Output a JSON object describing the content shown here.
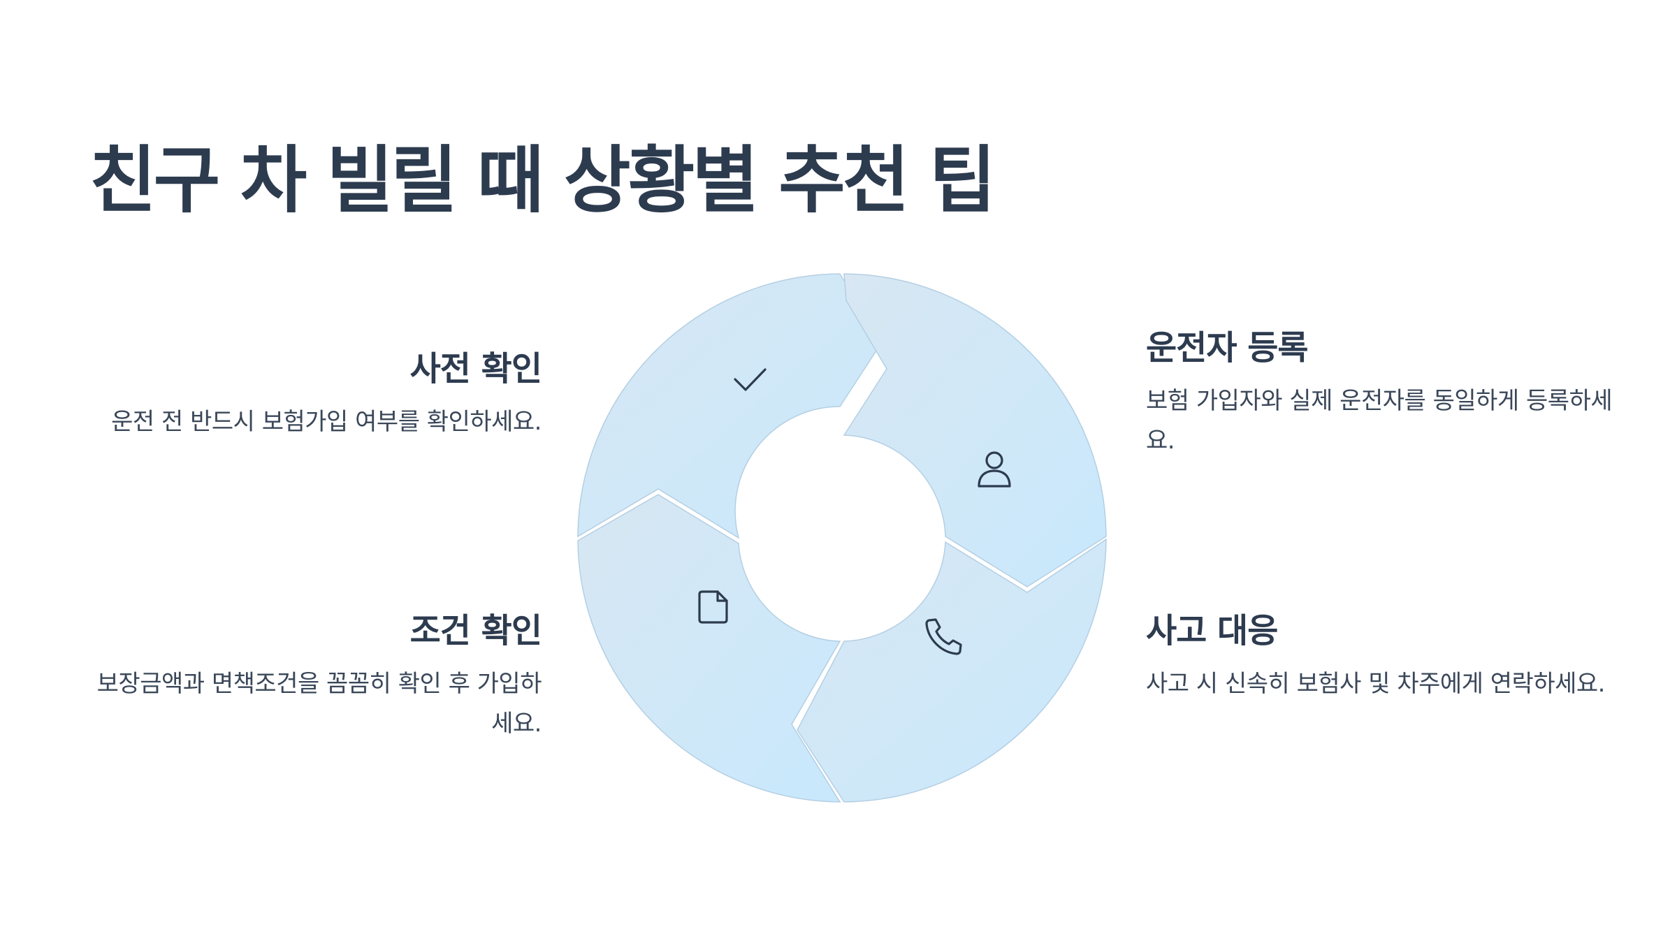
{
  "title": "친구 차 빌릴 때 상황별 추천 팁",
  "steps": {
    "check": {
      "title": "사전 확인",
      "desc": "운전 전 반드시 보험가입 여부를 확인하세요.",
      "icon": "check-icon"
    },
    "driver": {
      "title": "운전자 등록",
      "desc": "보험 가입자와 실제 운전자를 동일하게 등록하세요.",
      "icon": "person-icon"
    },
    "terms": {
      "title": "조건 확인",
      "desc": "보장금액과 면책조건을 꼼꼼히 확인 후 가입하세요.",
      "icon": "document-icon"
    },
    "accident": {
      "title": "사고 대응",
      "desc": "사고 시 신속히 보험사 및 차주에게 연락하세요.",
      "icon": "phone-icon"
    }
  },
  "colors": {
    "segment_light": "#d6e8f5",
    "segment_bright": "#c9e8fc",
    "segment_stroke": "#b4cfe3",
    "icon": "#2d3b4f",
    "text": "#2d3b4f"
  }
}
